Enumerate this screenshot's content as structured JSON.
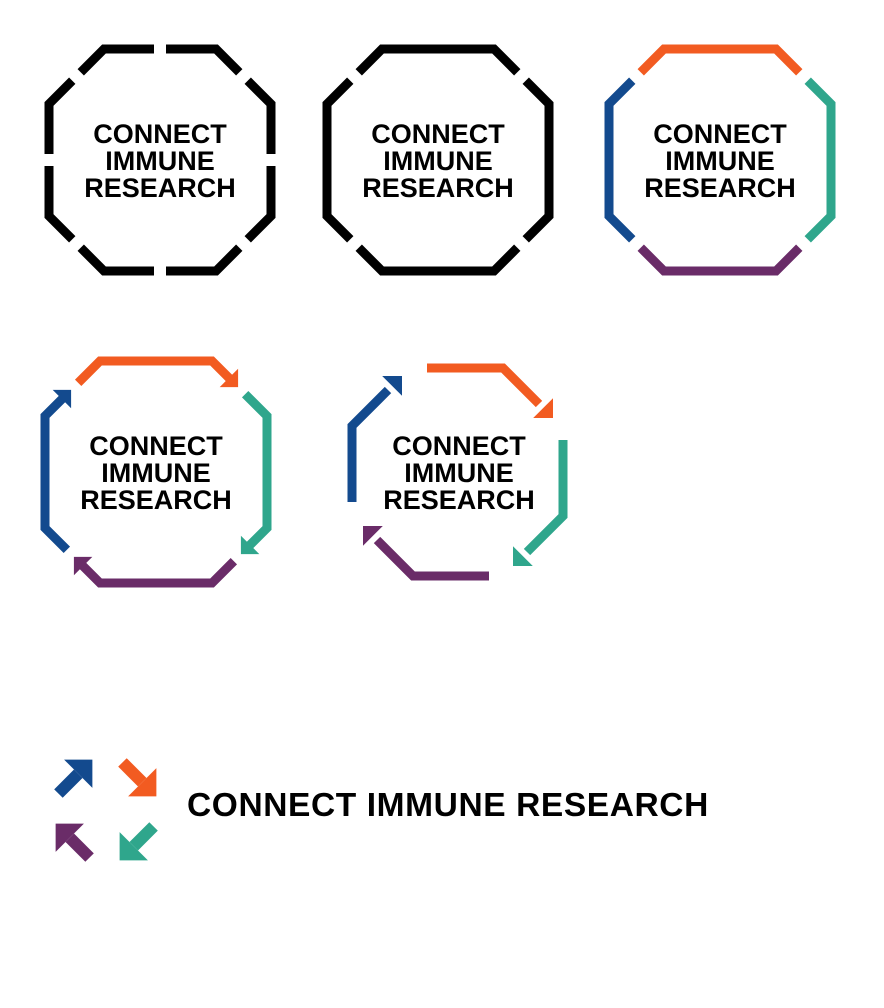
{
  "brand": {
    "line1": "CONNECT",
    "line2": "IMMUNE",
    "line3": "RESEARCH",
    "full_name": "CONNECT IMMUNE RESEARCH"
  },
  "colors": {
    "orange": "#f25b21",
    "teal": "#2fa68c",
    "purple": "#6a2c68",
    "navy": "#134a8e",
    "black": "#000000"
  },
  "variants": [
    {
      "style": "black-octagon-eight-gaps"
    },
    {
      "style": "black-octagon-four-gaps"
    },
    {
      "style": "color-octagon-four-segments"
    },
    {
      "style": "color-octagon-arrows"
    },
    {
      "style": "color-open-arrows"
    }
  ],
  "lockup": {
    "icon": "four-arrows-mark-icon"
  }
}
